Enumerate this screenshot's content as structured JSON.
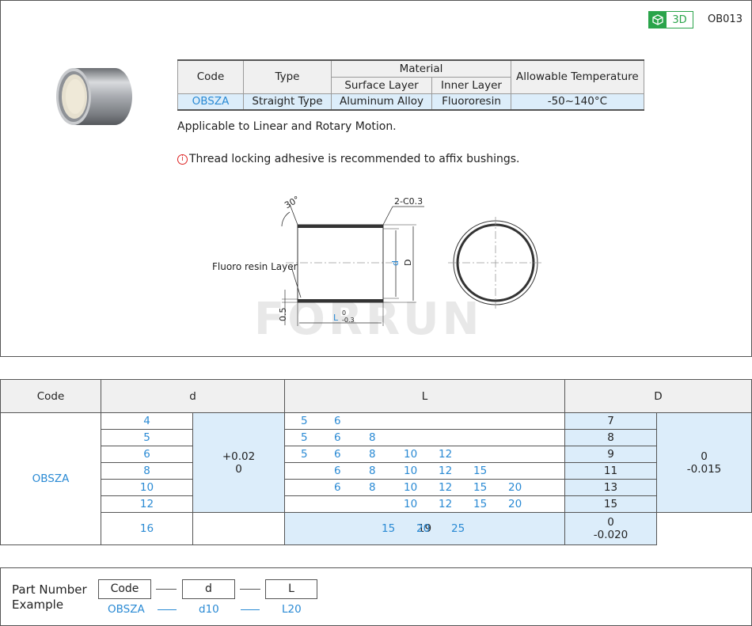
{
  "header": {
    "badge_3d": "3D",
    "code_id": "OB013"
  },
  "spec_table": {
    "col_code": "Code",
    "col_type": "Type",
    "col_material": "Material",
    "col_surface": "Surface Layer",
    "col_inner": "Inner Layer",
    "col_temp": "Allowable Temperature",
    "row": {
      "code": "OBSZA",
      "type": "Straight Type",
      "surface": "Aluminum Alloy",
      "inner": "Fluororesin",
      "temp": "-50~140°C"
    }
  },
  "notes": {
    "applicable": "Applicable to Linear and Rotary Motion.",
    "warning": "Thread locking adhesive is recommended to affix bushings."
  },
  "drawing": {
    "angle": "30°",
    "chamfer": "2-C0.3",
    "fluoro_label": "Fluoro resin Layer",
    "d_label": "d",
    "D_label": "D",
    "thickness": "0.5",
    "L_label": "L",
    "L_tol_upper": "0",
    "L_tol_lower": "-0.3",
    "watermark": "FORRUN"
  },
  "dim_table": {
    "headers": {
      "code": "Code",
      "d": "d",
      "L": "L",
      "D": "D"
    },
    "code": "OBSZA",
    "d_tol_upper": "+0.02",
    "d_tol_lower": "0",
    "D_tol1_upper": "0",
    "D_tol1_lower": "-0.015",
    "D_tol2_upper": "0",
    "D_tol2_lower": "-0.020",
    "rows": [
      {
        "d": "4",
        "L": [
          "5",
          "6",
          "",
          "",
          "",
          "",
          ""
        ],
        "D": "7"
      },
      {
        "d": "5",
        "L": [
          "5",
          "6",
          "8",
          "",
          "",
          "",
          ""
        ],
        "D": "8"
      },
      {
        "d": "6",
        "L": [
          "5",
          "6",
          "8",
          "10",
          "12",
          "",
          ""
        ],
        "D": "9"
      },
      {
        "d": "8",
        "L": [
          "",
          "6",
          "8",
          "10",
          "12",
          "15",
          ""
        ],
        "D": "11"
      },
      {
        "d": "10",
        "L": [
          "",
          "6",
          "8",
          "10",
          "12",
          "15",
          "20"
        ],
        "D": "13"
      },
      {
        "d": "12",
        "L": [
          "",
          "",
          "",
          "10",
          "12",
          "15",
          "20"
        ],
        "D": "15"
      },
      {
        "d": "16",
        "L": [
          "",
          "",
          "",
          "",
          "",
          "15",
          "20",
          "25"
        ],
        "D": "19"
      }
    ]
  },
  "part_number": {
    "title_line1": "Part Number",
    "title_line2": "Example",
    "box_code": "Code",
    "box_d": "d",
    "box_L": "L",
    "ex_code": "OBSZA",
    "ex_d": "d10",
    "ex_L": "L20"
  }
}
